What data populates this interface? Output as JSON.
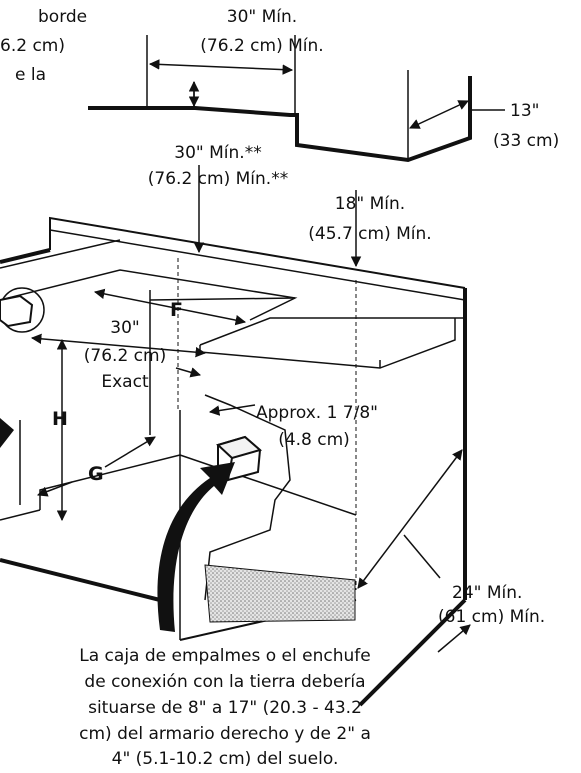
{
  "top_left": {
    "line1": "borde",
    "line2": "6.2 cm)",
    "line3": "e la"
  },
  "dims": {
    "top_width_in": "30\" Mín.",
    "top_width_cm": "(76.2 cm) Mín.",
    "side_depth_in": "13\"",
    "side_depth_cm": "(33 cm)",
    "center_clear_in": "30\" Mín.**",
    "center_clear_cm": "(76.2 cm) Mín.**",
    "counter_clear_in": "18\" Mín.",
    "counter_clear_cm": "(45.7 cm) Mín.",
    "cutout_width_in": "30\"",
    "cutout_width_cm": "(76.2 cm)",
    "cutout_width_exact": "Exact",
    "counter_thick_in": "Approx. 1 7/8\"",
    "counter_thick_cm": "(4.8 cm)",
    "cabinet_depth_in": "24\" Mín.",
    "cabinet_depth_cm": "(61 cm) Mín."
  },
  "letters": {
    "f": "F",
    "g": "G",
    "h": "H"
  },
  "note": {
    "line1": "La caja de empalmes o el enchufe",
    "line2": "de conexión con la tierra debería",
    "line3": "situarse de 8\" a 17\" (20.3 - 43.2",
    "line4": "cm) del armario derecho y de 2\" a",
    "line5": "4\" (5.1-10.2 cm) del suelo."
  },
  "colors": {
    "ink": "#111111",
    "floor_shade": "#bdbdbd"
  }
}
